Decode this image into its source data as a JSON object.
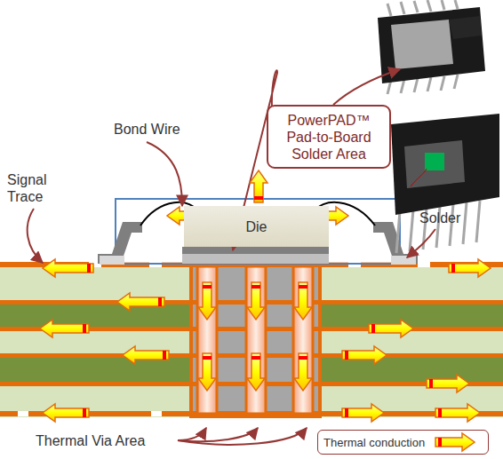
{
  "diagram": {
    "nodes": [
      {
        "text": [
          "PowerPAD™ Pad-to-Board Solder Area"
        ]
      },
      {
        "text": [
          "Die"
        ]
      }
    ],
    "labels": [
      "Bond Wire",
      "Signal Trace",
      "Solder",
      "Thermal Via Area"
    ],
    "legend": [
      {
        "text": "Thermal conduction"
      }
    ]
  }
}
